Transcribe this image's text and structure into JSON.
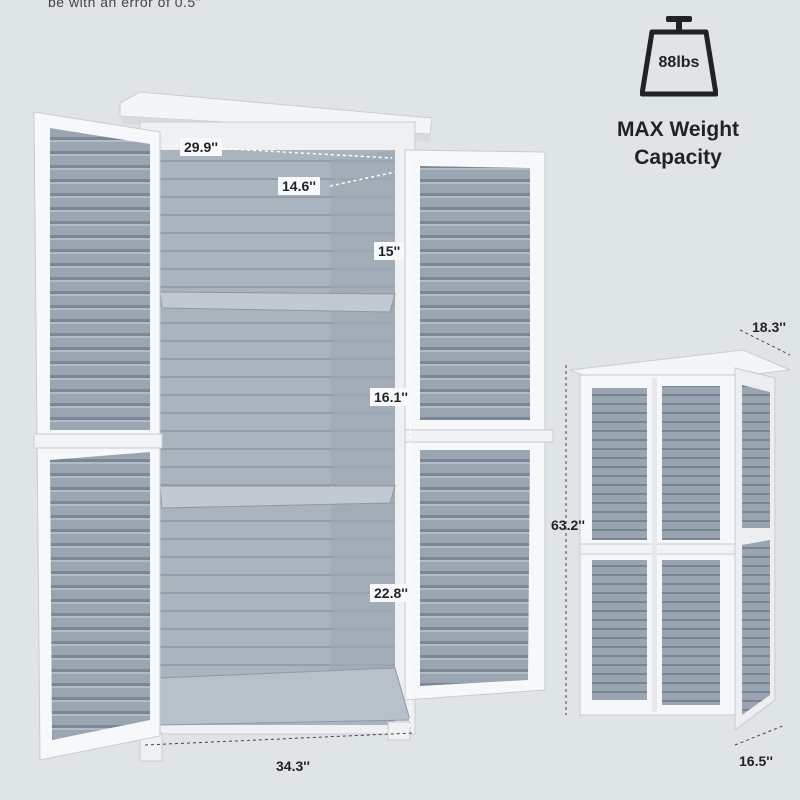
{
  "caption_fragment": "be with an error of 0.5\"",
  "weight": {
    "value": "88lbs",
    "caption_line1": "MAX Weight",
    "caption_line2": "Capacity"
  },
  "dimensions": {
    "top_width": "29.9''",
    "top_depth": "14.6''",
    "shelf_gap_top": "15''",
    "shelf_gap_middle": "16.1''",
    "shelf_gap_bottom": "22.8''",
    "base_width": "34.3''",
    "small_depth": "18.3''",
    "small_height": "63.2''",
    "small_base_depth": "16.5''"
  },
  "colors": {
    "background": "#dfe4e7",
    "panel_gray": "#8f9aa8",
    "frame_white": "#f6f7f8",
    "interior": "#a7b1bd"
  }
}
